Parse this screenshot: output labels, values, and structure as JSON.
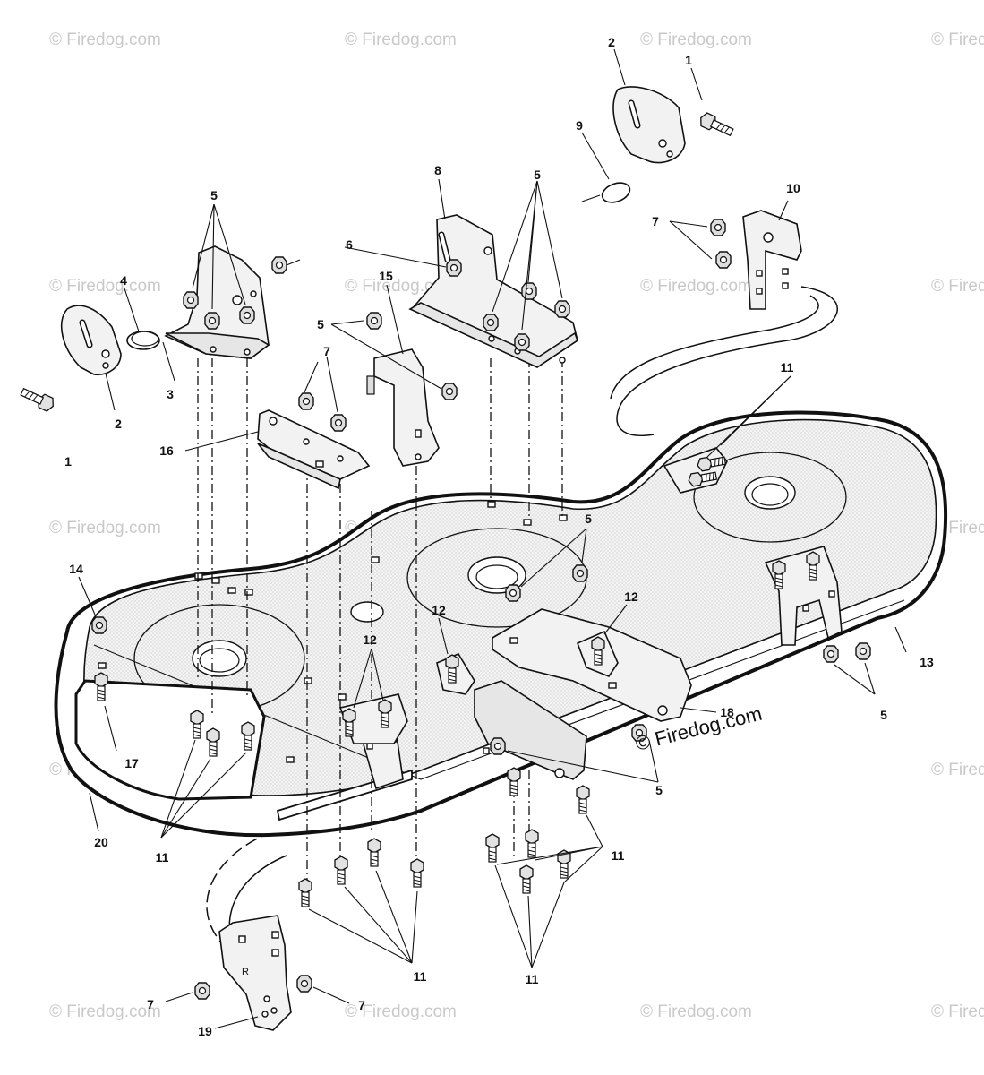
{
  "watermark": {
    "text": "© Firedog.com",
    "primary_text": "© Firedog.com"
  },
  "callouts": [
    {
      "id": "c1a",
      "label": "1"
    },
    {
      "id": "c1b",
      "label": "1"
    },
    {
      "id": "c2a",
      "label": "2"
    },
    {
      "id": "c2b",
      "label": "2"
    },
    {
      "id": "c3",
      "label": "3"
    },
    {
      "id": "c4",
      "label": "4"
    },
    {
      "id": "c5a",
      "label": "5"
    },
    {
      "id": "c5b",
      "label": "5"
    },
    {
      "id": "c5c",
      "label": "5"
    },
    {
      "id": "c5d",
      "label": "5"
    },
    {
      "id": "c5e",
      "label": "5"
    },
    {
      "id": "c5f",
      "label": "5"
    },
    {
      "id": "c6",
      "label": "6"
    },
    {
      "id": "c7a",
      "label": "7"
    },
    {
      "id": "c7b",
      "label": "7"
    },
    {
      "id": "c7c",
      "label": "7"
    },
    {
      "id": "c7d",
      "label": "7"
    },
    {
      "id": "c8",
      "label": "8"
    },
    {
      "id": "c9",
      "label": "9"
    },
    {
      "id": "c10",
      "label": "10"
    },
    {
      "id": "c11a",
      "label": "11"
    },
    {
      "id": "c11b",
      "label": "11"
    },
    {
      "id": "c11c",
      "label": "11"
    },
    {
      "id": "c11d",
      "label": "11"
    },
    {
      "id": "c11e",
      "label": "11"
    },
    {
      "id": "c12a",
      "label": "12"
    },
    {
      "id": "c12b",
      "label": "12"
    },
    {
      "id": "c12c",
      "label": "12"
    },
    {
      "id": "c13",
      "label": "13"
    },
    {
      "id": "c14",
      "label": "14"
    },
    {
      "id": "c15",
      "label": "15"
    },
    {
      "id": "c16",
      "label": "16"
    },
    {
      "id": "c17",
      "label": "17"
    },
    {
      "id": "c18",
      "label": "18"
    },
    {
      "id": "c19",
      "label": "19"
    },
    {
      "id": "c20",
      "label": "20"
    }
  ],
  "bracket_mark": "R"
}
